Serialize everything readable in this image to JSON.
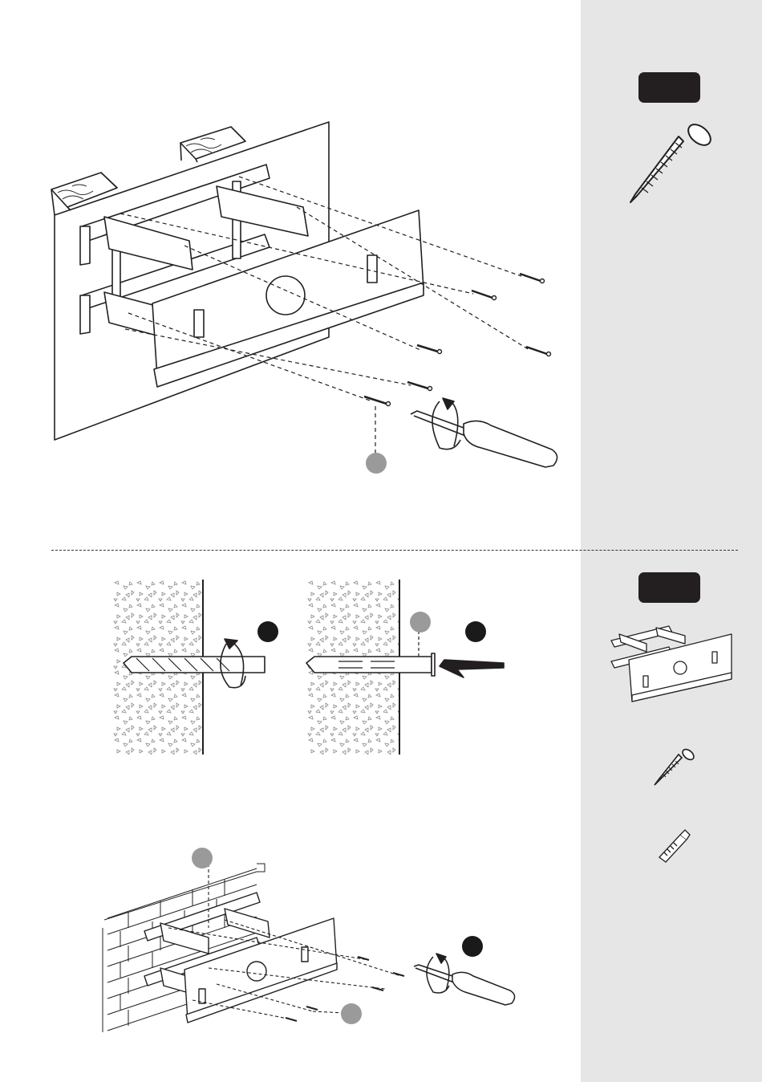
{
  "sidebar": {
    "background": "#e6e6e6",
    "badges": [
      {
        "name": "parts-badge-top",
        "color": "#231f20"
      },
      {
        "name": "parts-badge-bottom",
        "color": "#231f20"
      }
    ],
    "parts_icons": [
      "wood-screw-icon",
      "wall-bracket-icon",
      "concrete-screw-icon",
      "wall-anchor-icon"
    ]
  },
  "top_panel": {
    "illustration": "bracket-on-wooden-stud-wall",
    "tool_icon": "screwdriver-icon",
    "callout_markers": [
      "grey"
    ]
  },
  "bottom_panel": {
    "steps": [
      "drill-hole",
      "insert-anchor",
      "fix-bracket-to-brick-wall"
    ],
    "callout_markers": [
      "black",
      "grey",
      "black",
      "grey",
      "black",
      "grey"
    ]
  },
  "colors": {
    "line": "#231f20",
    "grey_marker": "#9a9a9a",
    "black_marker": "#1a1a1a",
    "panel": "#e6e6e6"
  }
}
